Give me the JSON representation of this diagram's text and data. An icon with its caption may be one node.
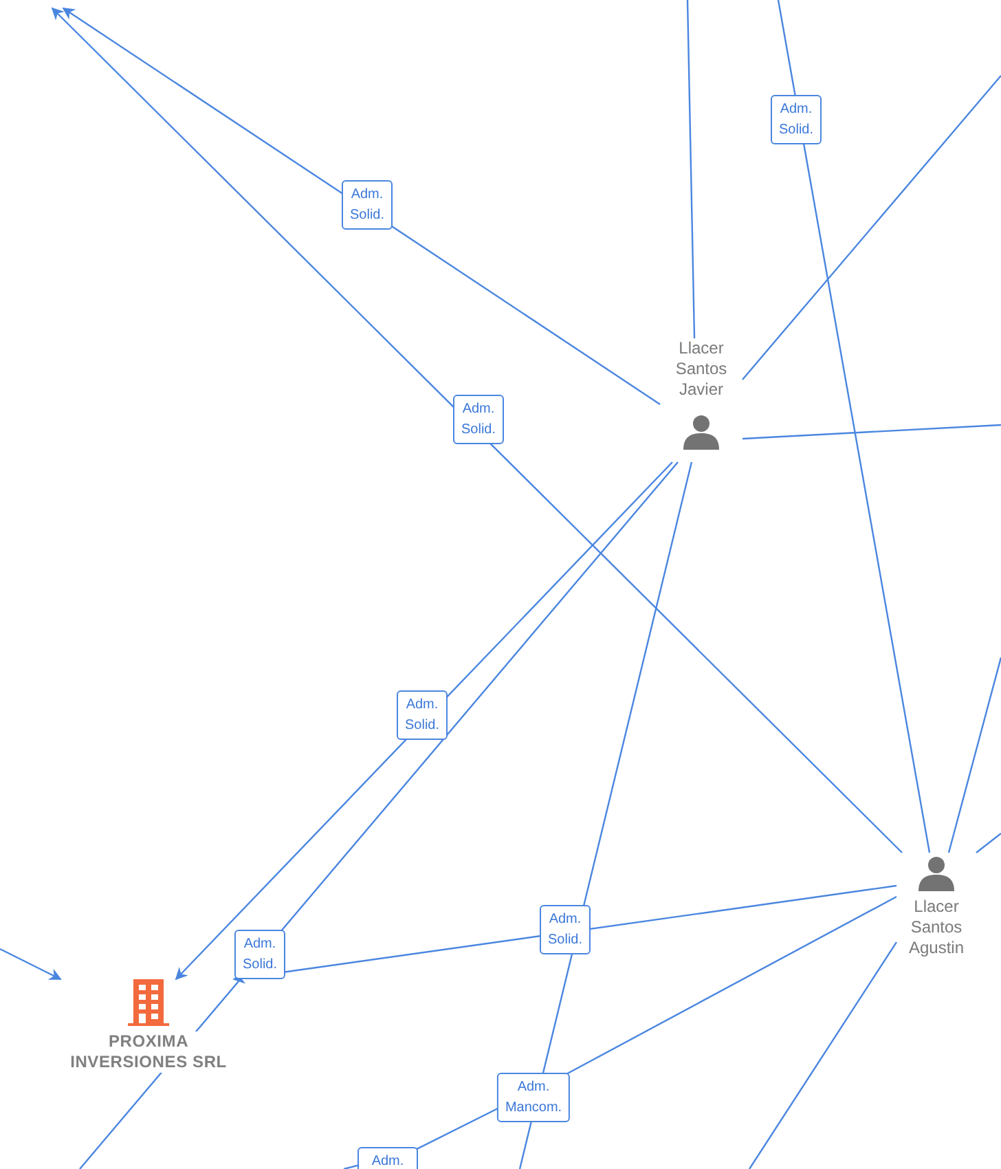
{
  "diagram": {
    "nodes": [
      {
        "text": [
          "Llacer Santos Javier"
        ]
      },
      {
        "text": [
          "Llacer Santos Agustin"
        ]
      },
      {
        "text": [
          "PROXIMA INVERSIONES SRL"
        ]
      }
    ],
    "edges": [
      {
        "from": 0,
        "to": null,
        "arrow": "to",
        "label": "Adm. Solid."
      },
      {
        "from": 1,
        "to": null,
        "arrow": "to",
        "label": "Adm. Solid."
      },
      {
        "from": 0,
        "to": 2,
        "arrow": "to",
        "label": "Adm. Solid."
      },
      {
        "from": 1,
        "to": 2,
        "arrow": "to",
        "label": "Adm. Solid."
      },
      {
        "from": 0,
        "to": null,
        "arrow": "none",
        "label": "Adm. Solid."
      },
      {
        "from": null,
        "to": 0,
        "arrow": "none"
      },
      {
        "from": null,
        "to": 1,
        "arrow": "none",
        "label": "Adm. Solid."
      },
      {
        "from": 0,
        "to": null,
        "arrow": "none"
      },
      {
        "from": 0,
        "to": null,
        "arrow": "none"
      },
      {
        "from": 0,
        "to": null,
        "arrow": "none"
      },
      {
        "from": 1,
        "to": null,
        "arrow": "none",
        "label": "Adm. Mancom."
      },
      {
        "from": 1,
        "to": null,
        "arrow": "none"
      },
      {
        "from": 1,
        "to": null,
        "arrow": "none"
      },
      {
        "from": 1,
        "to": null,
        "arrow": "none"
      },
      {
        "from": null,
        "to": 2,
        "arrow": "to"
      }
    ],
    "labels": [
      "Adm."
    ]
  }
}
